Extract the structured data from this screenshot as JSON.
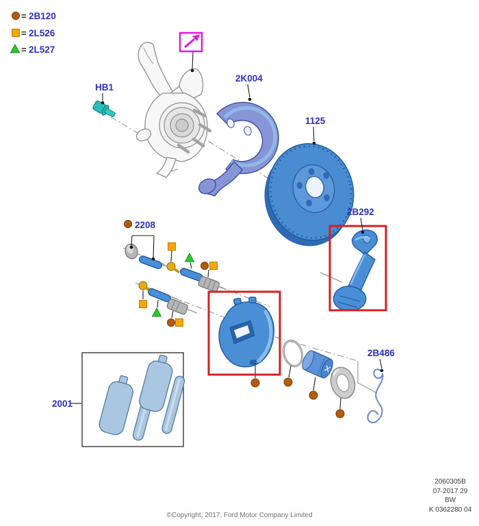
{
  "legend": {
    "equals": "=",
    "items": [
      {
        "marker": "brown-circle-icon",
        "code": "2B120"
      },
      {
        "marker": "orange-square-icon",
        "code": "2L526"
      },
      {
        "marker": "green-triangle-icon",
        "code": "2L527"
      }
    ]
  },
  "callouts": {
    "bolt": "HB1",
    "shield": "2K004",
    "rotor": "1125",
    "anchor_bracket": "2B292",
    "guide_pin_kit": "2208",
    "wear_clip": "2B486",
    "pads": "2001"
  },
  "footer": {
    "drawing_number": "2060305B",
    "revision": "07-2017 29",
    "sheet_code": "BW",
    "reference": "K 0362280 04",
    "copyright": "©Copyright, 2017, Ford Motor Company Limited"
  },
  "colors": {
    "label-blue": "#2e2ebe",
    "highlight-red": "#d42020",
    "nav-magenta": "#e319d3",
    "marker-brown": "#b05c14",
    "marker-orange": "#f2a70c",
    "marker-green": "#2dc82d",
    "part-blue": "#4a8fd6",
    "part-blue-dark": "#1d5aa0",
    "part-blue-light": "#92c2ec",
    "shield-periwinkle": "#8795d6",
    "shield-dark": "#3f4f9e",
    "pad-blue": "#a9c7e0",
    "pad-edge": "#54799c",
    "bolt-teal": "#2cbcbc",
    "fitting-gold": "#e2ac1c",
    "centerline-gray": "#9c9c9c"
  }
}
